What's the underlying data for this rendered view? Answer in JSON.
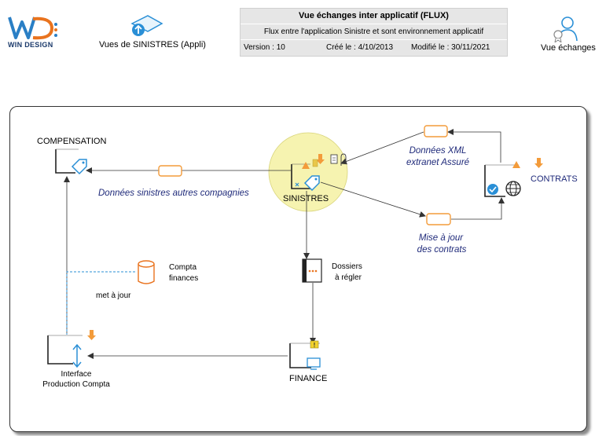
{
  "logo": {
    "brand": "WIN DESIGN",
    "initials": "WD"
  },
  "header": {
    "view_link_label": "Vues de SINISTRES (Appli)",
    "info_title": "Vue échanges inter applicatif (FLUX)",
    "info_subtitle": "Flux entre l'application Sinistre et sont environnement applicatif",
    "version": "Version : 10",
    "created": "Créé le : 4/10/2013",
    "modified": "Modifié le : 30/11/2021",
    "right_link_label": "Vue échanges"
  },
  "diagram": {
    "nodes": {
      "compensation": "COMPENSATION",
      "sinistres": "SINISTRES",
      "contrats": "CONTRATS",
      "finance": "FINANCE",
      "interface_line1": "Interface",
      "interface_line2": "Production Compta",
      "dossiers_line1": "Dossiers",
      "dossiers_line2": "à régler",
      "compta_line1": "Compta",
      "compta_line2": "finances"
    },
    "flows": {
      "donnees_sinistres": "Données sinistres autres compagnies",
      "xml_line1": "Données XML",
      "xml_line2": "extranet Assuré",
      "maj_line1": "Mise à jour",
      "maj_line2": "des contrats",
      "met_a_jour": "met à jour"
    }
  },
  "colors": {
    "orange": "#f39b3a",
    "blue_icon": "#2a8fd6",
    "highlight": "#f6f3b0",
    "flow_text": "#1f2a7a",
    "dashed": "#2a8fd6"
  }
}
